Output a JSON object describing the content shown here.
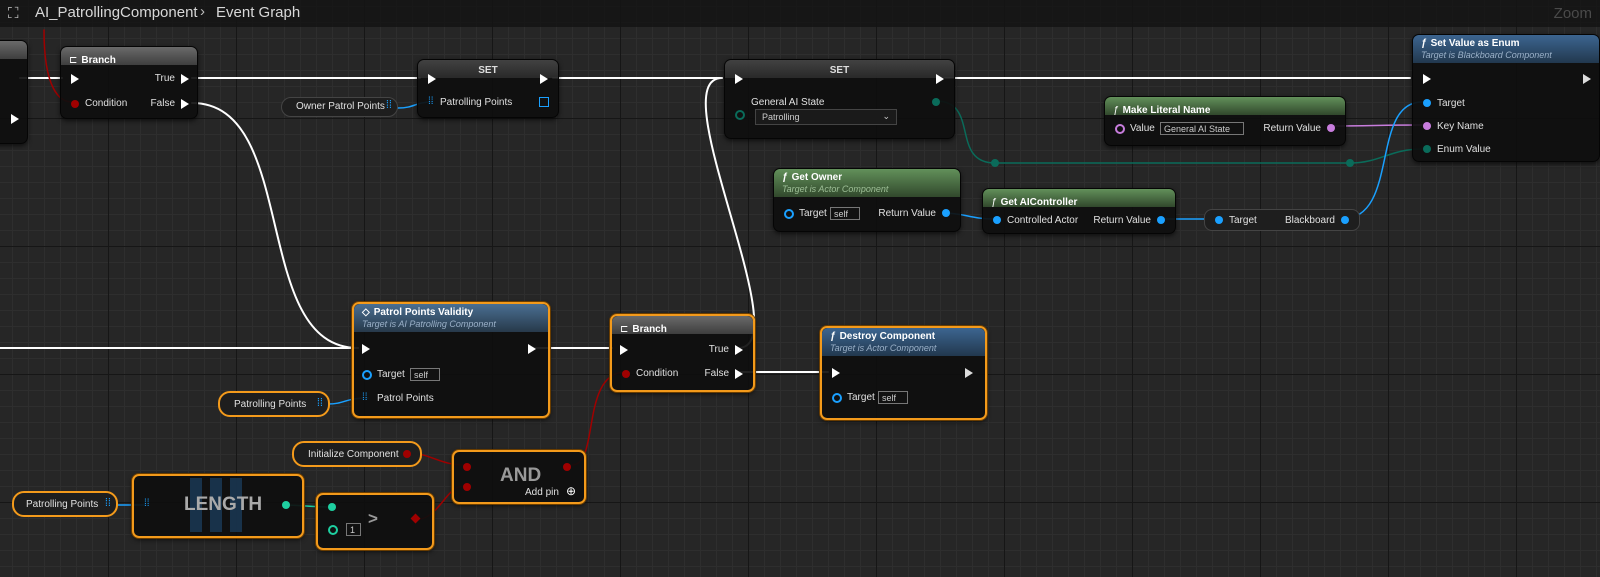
{
  "breadcrumb": {
    "blueprint": "AI_PatrollingComponent",
    "graph": "Event Graph"
  },
  "zoom_label": "Zoom",
  "branch1": {
    "title": "Branch",
    "true": "True",
    "condition": "Condition",
    "false": "False"
  },
  "set1": {
    "title": "SET",
    "pin": "Patrolling Points"
  },
  "owner_patrol_points": {
    "label": "Owner Patrol Points"
  },
  "set2": {
    "title": "SET",
    "pin": "General AI State",
    "dropdown_value": "Patrolling"
  },
  "make_literal_name": {
    "title": "Make Literal Name",
    "value_label": "Value",
    "value": "General AI State",
    "return": "Return Value"
  },
  "set_value_as_enum": {
    "title": "Set Value as Enum",
    "subtitle": "Target is Blackboard Component",
    "target": "Target",
    "key_name": "Key Name",
    "enum_value": "Enum Value"
  },
  "get_owner": {
    "title": "Get Owner",
    "subtitle": "Target is Actor Component",
    "target": "Target",
    "target_value": "self",
    "return": "Return Value"
  },
  "get_ai_controller": {
    "title": "Get AIController",
    "controlled_actor": "Controlled Actor",
    "return": "Return Value"
  },
  "blackboard": {
    "target": "Target",
    "blackboard": "Blackboard"
  },
  "patrol_validity": {
    "title": "Patrol Points Validity",
    "subtitle": "Target is AI Patrolling Component",
    "target": "Target",
    "target_value": "self",
    "points": "Patrol Points"
  },
  "branch2": {
    "title": "Branch",
    "true": "True",
    "condition": "Condition",
    "false": "False"
  },
  "destroy_component": {
    "title": "Destroy Component",
    "subtitle": "Target is Actor Component",
    "target": "Target",
    "target_value": "self"
  },
  "patrolling_points_var1": {
    "label": "Patrolling Points"
  },
  "initialize_component": {
    "label": "Initialize Component"
  },
  "and_node": {
    "title": "AND",
    "add_pin": "Add pin"
  },
  "patrolling_points_var2": {
    "label": "Patrolling Points"
  },
  "length_node": {
    "title": "LENGTH"
  },
  "greater_node": {
    "op": ">",
    "value": "1"
  },
  "colors": {
    "exec": "#ffffff",
    "bool": "#a00000",
    "object": "#1aa0ff",
    "array": "#1aa0ff",
    "name": "#c87ddd",
    "enum": "#0a6b5a",
    "int": "#1ecfa0",
    "selection": "#f39a1b"
  }
}
